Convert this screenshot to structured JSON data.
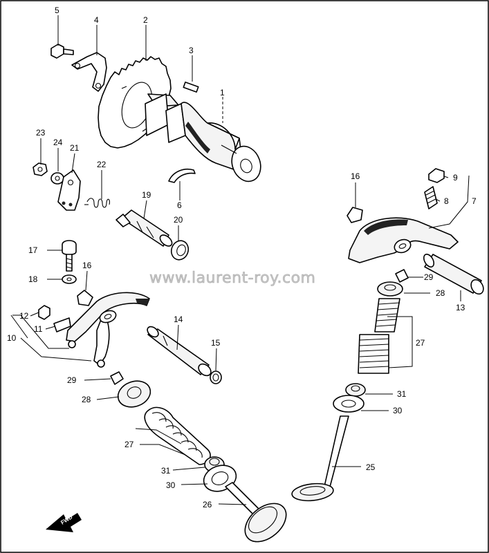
{
  "watermark": "www.laurent-roy.com",
  "direction_label": "FWD",
  "callouts": {
    "c1": "1",
    "c2": "2",
    "c3": "3",
    "c4": "4",
    "c5": "5",
    "c6": "6",
    "c7": "7",
    "c8": "8",
    "c9": "9",
    "c10": "10",
    "c11": "11",
    "c12": "12",
    "c13": "13",
    "c14": "14",
    "c15": "15",
    "c16a": "16",
    "c16b": "16",
    "c17": "17",
    "c18": "18",
    "c19": "19",
    "c20": "20",
    "c21": "21",
    "c22": "22",
    "c23": "23",
    "c24": "24",
    "c25": "25",
    "c26": "26",
    "c27a": "27",
    "c27b": "27",
    "c28a": "28",
    "c28b": "28",
    "c29a": "29",
    "c29b": "29",
    "c30a": "30",
    "c30b": "30",
    "c31a": "31",
    "c31b": "31"
  }
}
